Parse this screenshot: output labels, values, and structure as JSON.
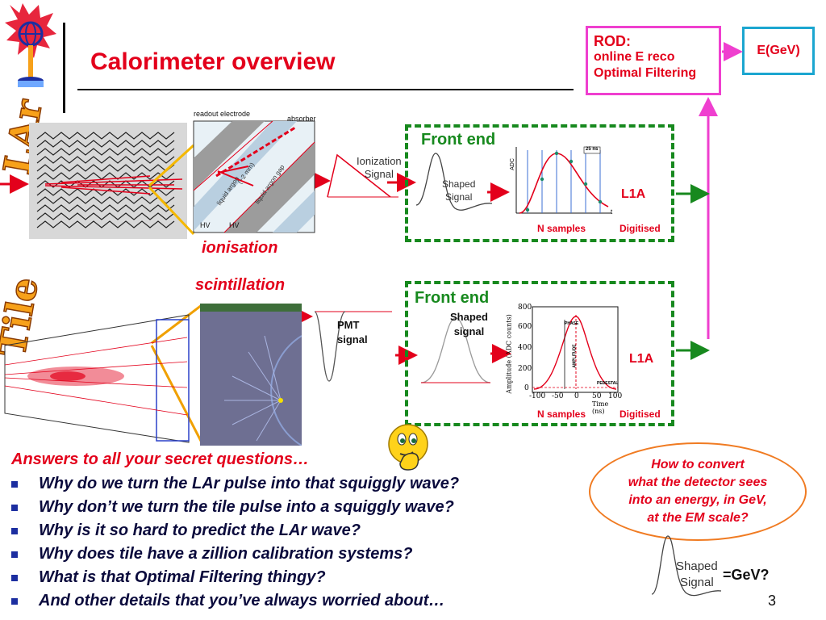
{
  "header": {
    "title": "Calorimeter overview"
  },
  "logos": {
    "lar": "LAr",
    "tile": "Tile"
  },
  "lar_diagram": {
    "readout_label": "readout electrode",
    "absorber_label": "absorber",
    "liquid_argon_label": "liquid argon",
    "liquid_argon_gap_label": "liquid argon gap",
    "gap_size_label": "(~2 mm)",
    "hv_left": "HV",
    "hv_right": "HV",
    "ionization_signal": [
      "Ionization",
      "Signal"
    ]
  },
  "labels": {
    "ionisation": "ionisation",
    "scintillation": "scintillation"
  },
  "rod": {
    "line1": "ROD:",
    "line2": "online E reco",
    "line3": "Optimal Filtering"
  },
  "egev": "E(GeV)",
  "lar_frontend": {
    "title": "Front end",
    "shaped_signal": [
      "Shaped",
      "Signal"
    ],
    "samples_axis": "ADC",
    "interval_label": "25 ns",
    "axis_t": "t",
    "n_samples": "N samples",
    "digitised": "Digitised",
    "l1a": "L1A"
  },
  "tile_frontend": {
    "title": "Front end",
    "pmt_signal": [
      "PMT",
      "signal"
    ],
    "shaped_signal": [
      "Shaped",
      "signal"
    ],
    "ylabel": "Amplitude (ADC counts)",
    "xlabel": "Time (ns)",
    "yticks": [
      "800",
      "600",
      "400",
      "200",
      "0"
    ],
    "xticks": [
      "-100",
      "-50",
      "0",
      "50",
      "100"
    ],
    "phase_label": "PHASE",
    "amplitude_label": "AMPLITUDE",
    "pedestal_label": "PEDESTAL",
    "n_samples": "N samples",
    "digitised": "Digitised",
    "l1a": "L1A"
  },
  "answers": {
    "heading": "Answers to all your secret questions…",
    "items": [
      "Why do we turn the LAr pulse into that squiggly wave?",
      "Why don’t we turn the tile pulse into a squiggly wave?",
      "Why is it so hard to predict the LAr wave?",
      "Why does tile have a zillion calibration systems?",
      "What is that Optimal Filtering thingy?",
      "And other details that you’ve always worried about…"
    ]
  },
  "callout": {
    "line1": "How to convert",
    "line2": "what the detector sees",
    "line3": "into an energy, in GeV,",
    "line4": "at the EM scale?"
  },
  "bottom_signal": {
    "shaped": [
      "Shaped",
      "Signal"
    ],
    "equals_gev": "=GeV?"
  },
  "page_number": "3",
  "colors": {
    "red": "#e3001b",
    "green": "#17891e",
    "magenta": "#ef3fcf",
    "cyan": "#1ba6d0",
    "orange": "#f07b22"
  }
}
